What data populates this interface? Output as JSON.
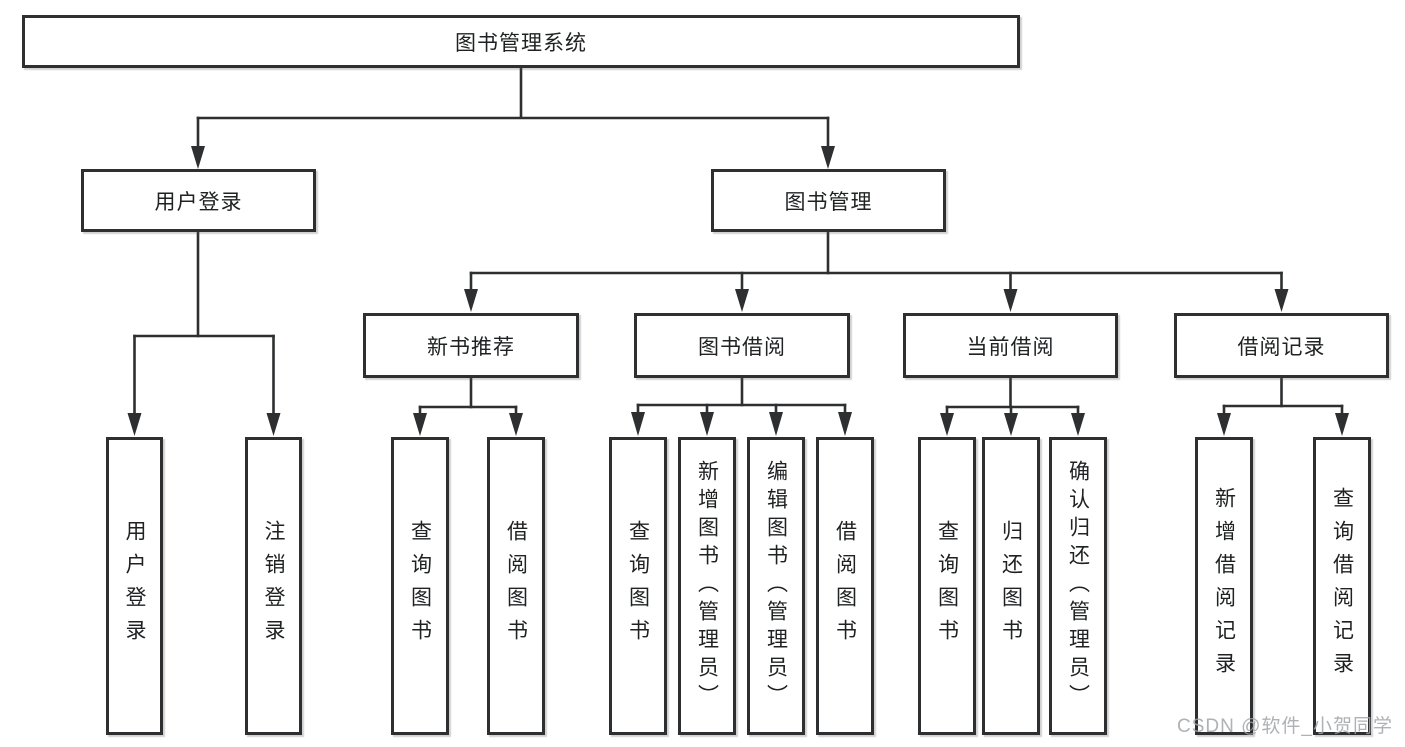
{
  "tree": {
    "label": "图书管理系统",
    "children": [
      {
        "label": "用户登录",
        "children": [
          {
            "label": "用户登录"
          },
          {
            "label": "注销登录"
          }
        ]
      },
      {
        "label": "图书管理",
        "children": [
          {
            "label": "新书推荐",
            "children": [
              {
                "label": "查询图书"
              },
              {
                "label": "借阅图书"
              }
            ]
          },
          {
            "label": "图书借阅",
            "children": [
              {
                "label": "查询图书"
              },
              {
                "label": "新增图书（管理员）"
              },
              {
                "label": "编辑图书（管理员）"
              },
              {
                "label": "借阅图书"
              }
            ]
          },
          {
            "label": "当前借阅",
            "children": [
              {
                "label": "查询图书"
              },
              {
                "label": "归还图书"
              },
              {
                "label": "确认归还（管理员）"
              }
            ]
          },
          {
            "label": "借阅记录",
            "children": [
              {
                "label": "新增借阅记录"
              },
              {
                "label": "查询借阅记录"
              }
            ]
          }
        ]
      }
    ]
  },
  "watermark": "CSDN @软件_小贺同学",
  "colors": {
    "line": "#2d2f30",
    "text": "#1f2122",
    "watermark": "#a0a4a7",
    "background": "#ffffff"
  }
}
